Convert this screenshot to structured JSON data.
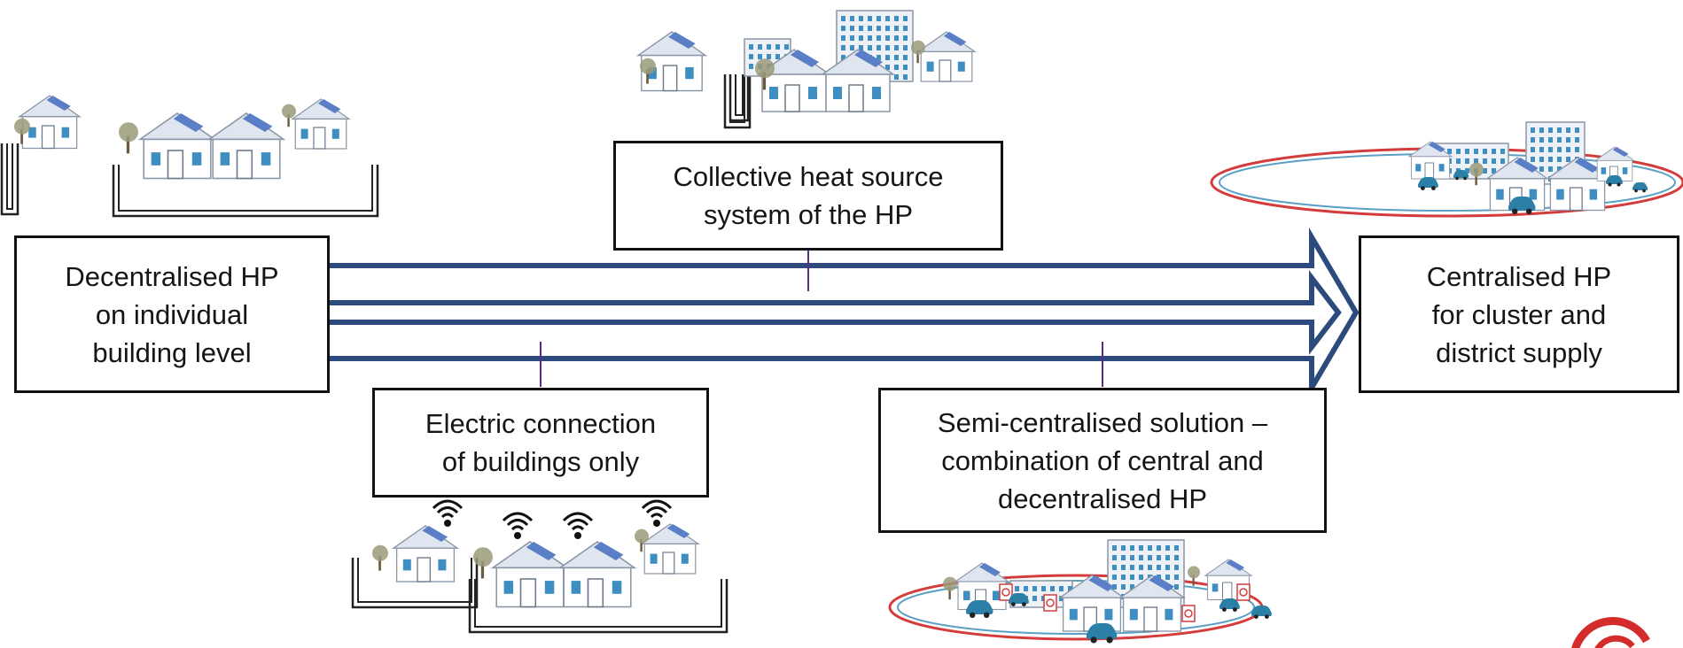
{
  "colors": {
    "arrow": "#2d4a7d",
    "connector": "#5b2a86",
    "house_wall": "#ffffff",
    "roof_panel": "#5a7fc6",
    "window": "#3f8ec2",
    "tree": "#9a9a7a",
    "ring_outer": "#d43c3c",
    "ring_inner": "#5a9fc4",
    "car": "#2c7fa6",
    "logo": "#d42b2b"
  },
  "arrow": {
    "direction": "left-to-right"
  },
  "nodes": {
    "decentral": {
      "lines": [
        "Decentralised HP",
        "on individual",
        "building level"
      ]
    },
    "collective": {
      "lines": [
        "Collective heat source",
        "system of the HP"
      ]
    },
    "electric": {
      "lines": [
        "Electric connection",
        "of buildings only"
      ]
    },
    "semi": {
      "lines": [
        "Semi-centralised solution –",
        "combination of central and",
        "decentralised HP"
      ]
    },
    "central": {
      "lines": [
        "Centralised HP",
        "for cluster and",
        "district supply"
      ]
    }
  },
  "icons": [
    "house-icon",
    "apartment-block-icon",
    "tree-icon",
    "solar-panel-icon",
    "ground-probe-icon",
    "wifi-icon",
    "car-icon",
    "heat-pump-unit-icon",
    "district-ring-icon",
    "logo-icon"
  ]
}
